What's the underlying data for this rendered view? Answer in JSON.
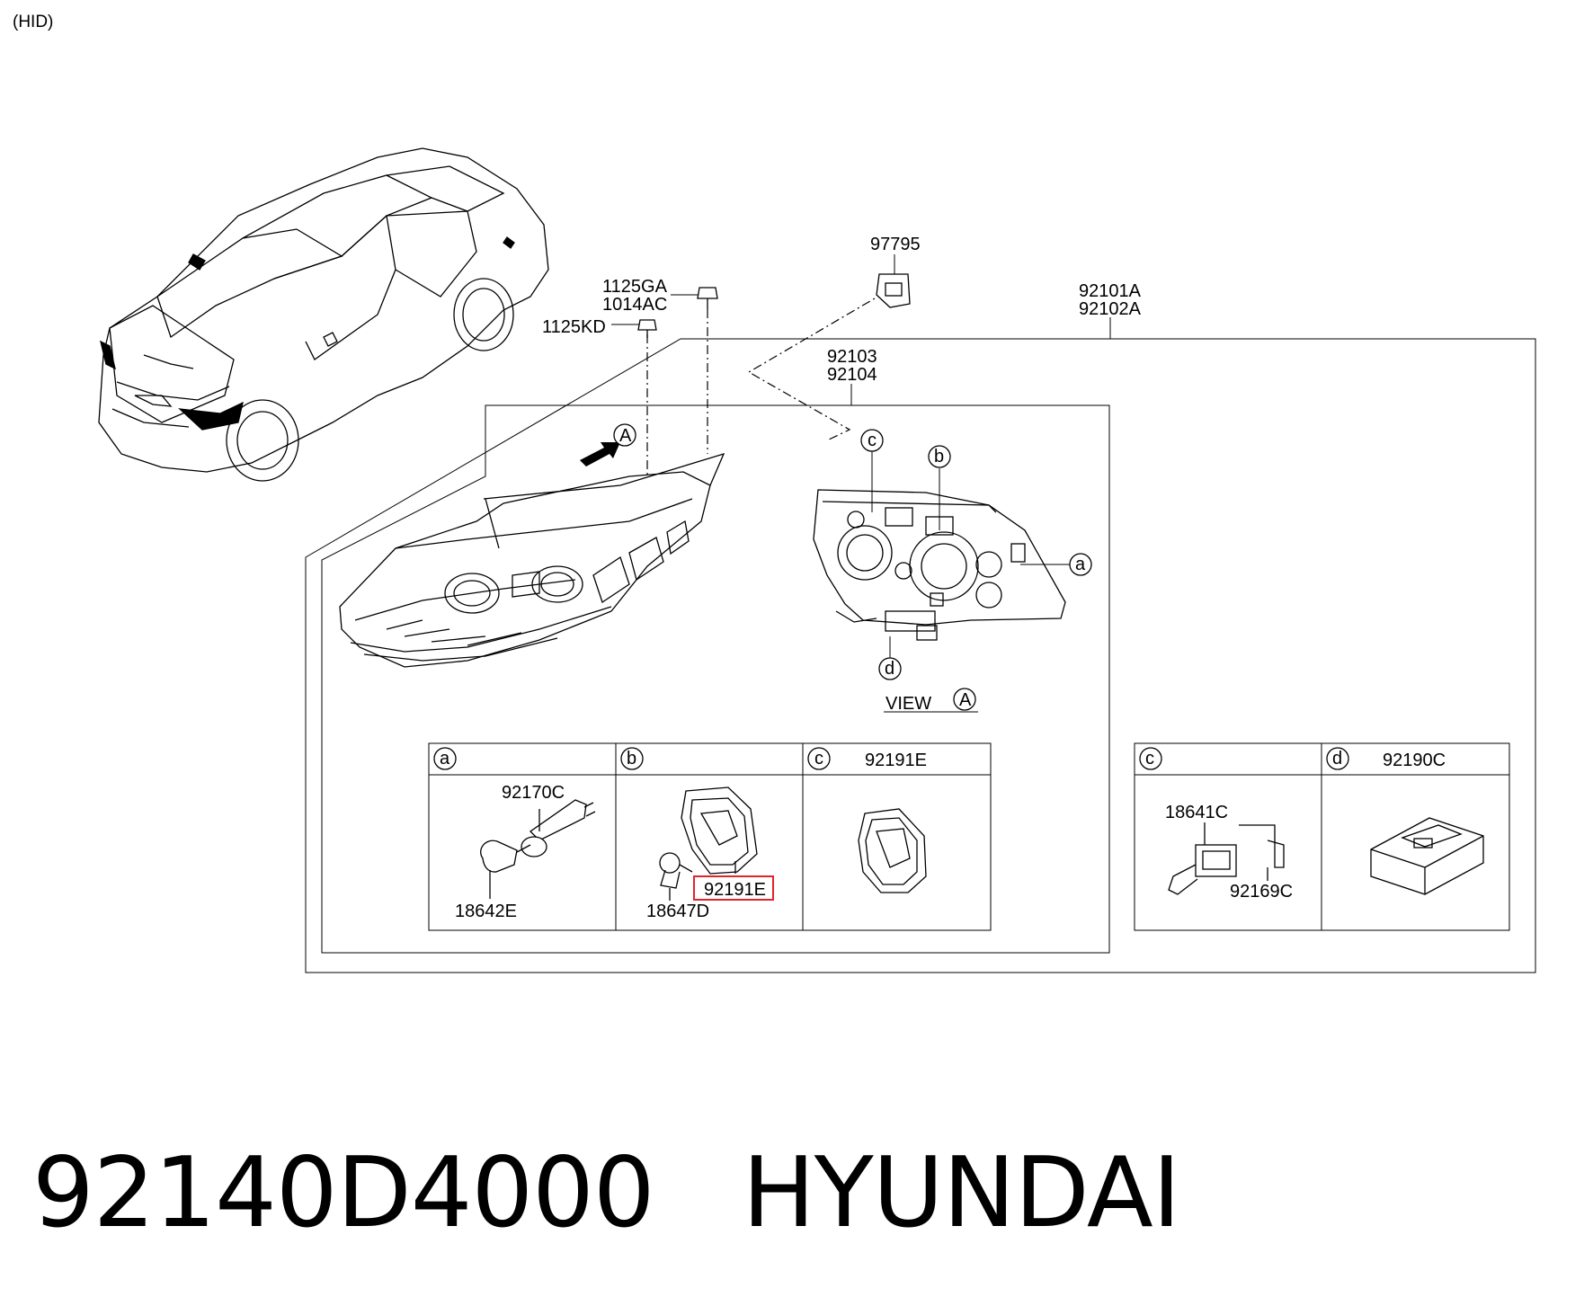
{
  "variant_label": "(HID)",
  "footer": {
    "part_number": "92140D4000",
    "brand": "HYUNDAI"
  },
  "callouts": {
    "c97795": "97795",
    "c92101A": "92101A",
    "c92102A": "92102A",
    "c1125GA": "1125GA",
    "c1014AC": "1014AC",
    "c1125KD": "1125KD",
    "c92103": "92103",
    "c92104": "92104",
    "view_text": "VIEW",
    "view_letter": "A",
    "arrow_letter": "A",
    "a": "a",
    "b": "b",
    "c": "c",
    "d": "d"
  },
  "detail_boxes": {
    "box_a": {
      "letter": "a",
      "part1": "92170C",
      "part2": "18642E"
    },
    "box_b": {
      "letter": "b",
      "part1": "92191E",
      "part2": "18647D"
    },
    "box_c": {
      "letter": "c",
      "part1": "92191E"
    },
    "box_c2": {
      "letter": "c",
      "part1": "18641C",
      "part2": "92169C"
    },
    "box_d": {
      "letter": "d",
      "part1": "92190C"
    }
  },
  "highlight_color": "#e0242b"
}
